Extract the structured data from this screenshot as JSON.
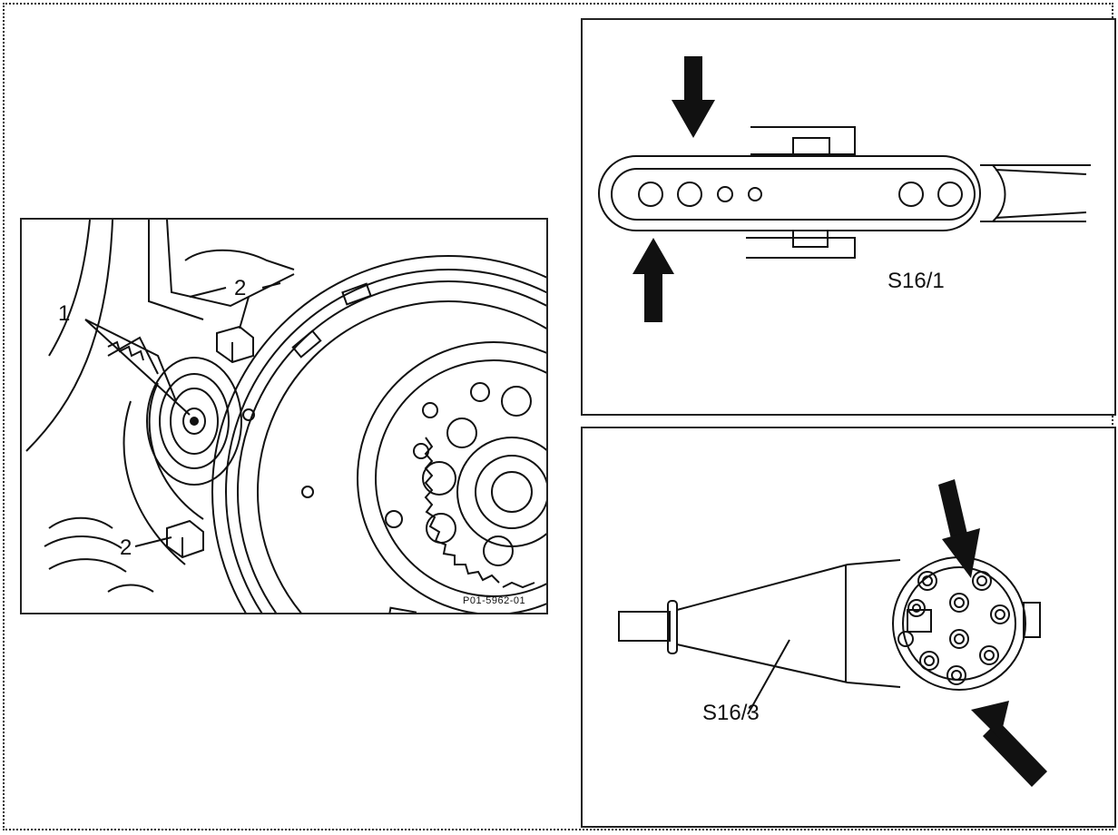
{
  "panels": {
    "left": {
      "callouts": {
        "one": "1",
        "two_top": "2",
        "two_bottom": "2"
      },
      "figure_code": "P01-5962-01"
    },
    "top_right": {
      "label": "S16/1"
    },
    "bottom_right": {
      "label": "S16/3"
    }
  },
  "colors": {
    "ink": "#111111",
    "background": "#ffffff"
  }
}
